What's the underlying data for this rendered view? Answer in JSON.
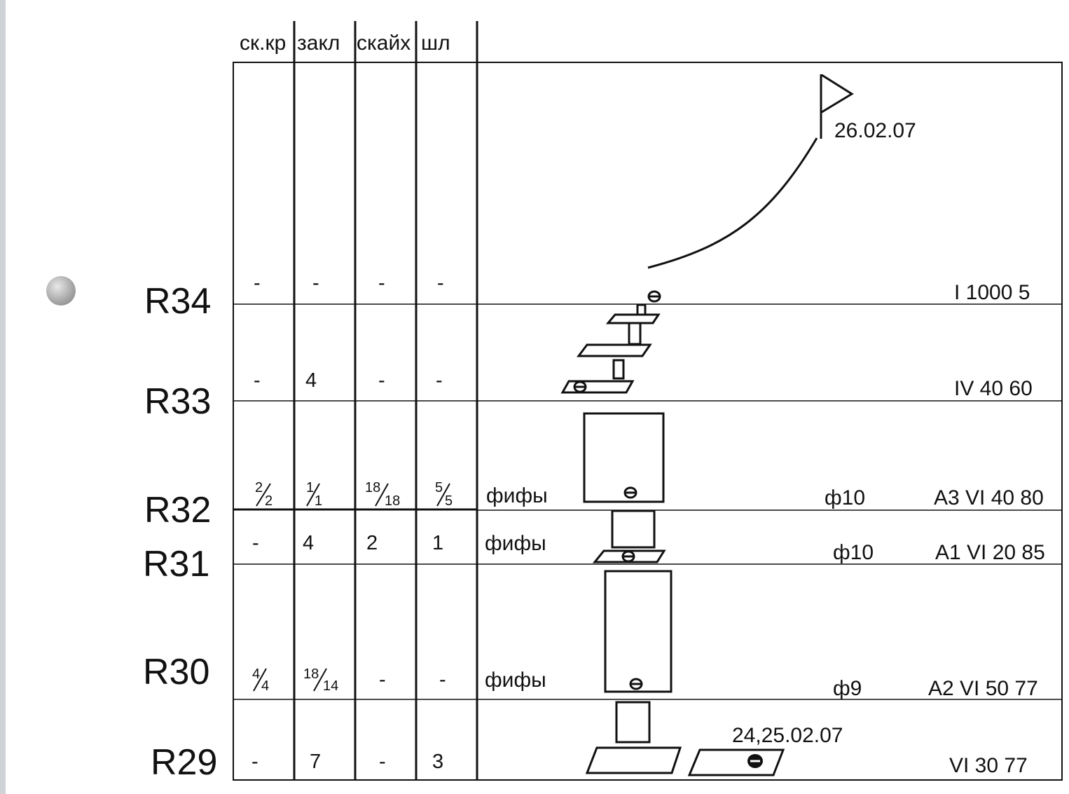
{
  "columns": [
    "ск.кр",
    "закл",
    "скайх",
    "шл"
  ],
  "rows": {
    "R34": {
      "label": "R34",
      "c1": "-",
      "c2": "-",
      "c3": "-",
      "c4": "-",
      "code": "I 1000 5"
    },
    "R33": {
      "label": "R33",
      "c1": "-",
      "c2": "4",
      "c3": "-",
      "c4": "-",
      "code": "IV 40 60"
    },
    "R32": {
      "label": "R32",
      "c1": {
        "num": "2",
        "den": "2"
      },
      "c2": {
        "num": "1",
        "den": "1"
      },
      "c3": {
        "num": "18",
        "den": "18"
      },
      "c4": {
        "num": "5",
        "den": "5"
      },
      "note": "фифы",
      "diam": "ф10",
      "code": "A3 VI 40 80"
    },
    "R31": {
      "label": "R31",
      "c1": "-",
      "c2": "4",
      "c3": "2",
      "c4": "1",
      "note": "фифы",
      "diam": "ф10",
      "code": "A1 VI 20 85"
    },
    "R30": {
      "label": "R30",
      "c1": {
        "num": "4",
        "den": "4"
      },
      "c2": {
        "num": "18",
        "den": "14"
      },
      "c3": "-",
      "c4": "-",
      "note": "фифы",
      "diam": "ф9",
      "code": "A2 VI 50 77"
    },
    "R29": {
      "label": "R29",
      "c1": "-",
      "c2": "7",
      "c3": "-",
      "c4": "3",
      "code": "VI 30 77"
    }
  },
  "dates": {
    "flag": "26.02.07",
    "bottom": "24,25.02.07"
  },
  "icons": {
    "marker": "theta-marker-icon",
    "flag": "flag-icon"
  }
}
